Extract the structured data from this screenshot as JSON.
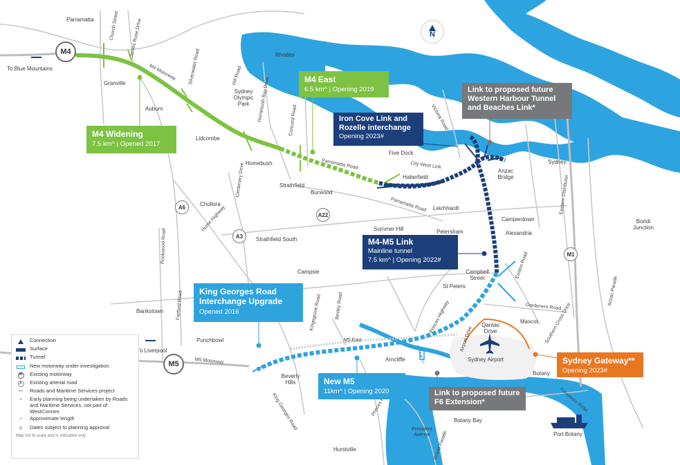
{
  "map": {
    "callouts": {
      "m4_widening": {
        "title": "M4 Widening",
        "subtitle": "7.5 km^  | Opened 2017"
      },
      "m4_east": {
        "title": "M4 East",
        "subtitle": "6.5 km^  | Opening 2019"
      },
      "iron_cove": {
        "title": "Iron Cove Link and Rozelle interchange",
        "subtitle": "Opening 2023#"
      },
      "western_harbour": {
        "title": "Link to proposed future Western Harbour Tunnel and Beaches Link*"
      },
      "m4_m5_link": {
        "title": "M4-M5 Link",
        "subtitle": "Mainline tunnel",
        "subtitle2": "7.5 km^  | Opening 2022#"
      },
      "king_georges": {
        "title": "King Georges Road Interchange Upgrade",
        "subtitle": "Opened 2016"
      },
      "new_m5": {
        "title": "New M5",
        "subtitle": "11km^  | Opening 2020"
      },
      "f6": {
        "title": "Link to proposed future F6 Extension*"
      },
      "sydney_gateway": {
        "title": "Sydney Gateway**",
        "subtitle": "Opening 2023#"
      }
    },
    "places": {
      "parramatta": "Parramatta",
      "granville": "Granville",
      "auburn": "Auburn",
      "rhodes": "Rhodes",
      "sydney_olympic_park": "Sydney Olympic Park",
      "lidcombe": "Lidcombe",
      "homebush": "Homebush",
      "strathfield": "Strathfield",
      "burwood": "Burwood",
      "five_dock": "Five Dock",
      "haberfield": "Haberfield",
      "leichhardt": "Leichhardt",
      "sydney": "Sydney",
      "anzac_bridge": "Anzac Bridge",
      "camperdown": "Camperdown",
      "bondi_junction": "Bondi Junction",
      "chullora": "Chullora",
      "summer_hill": "Summer Hill",
      "petersham": "Petersham",
      "alexandria": "Alexandria",
      "strathfield_south": "Strathfield South",
      "campsie": "Campsie",
      "campbell_street": "Campbell Street",
      "st_peters": "St Peters",
      "mascot": "Mascot",
      "bankstown": "Bankstown",
      "punchbowl": "Punchbowl",
      "qantas_drive": "Qantas Drive",
      "sydney_airport": "Sydney Airport",
      "arncliffe": "Arncliffe",
      "beverly_hills": "Beverly Hills",
      "botany": "Botany",
      "botany_bay": "Botany Bay",
      "port_botany": "Port Botany",
      "hurstville": "Hurstville",
      "to_blue_mountains": "To Blue Mountains",
      "to_liverpool": "To Liverpool"
    },
    "roads": {
      "church_street": "Church Street",
      "james_ruse_drive": "James Ruse Drive",
      "m4_motorway": "M4 Motorway",
      "silverwater_road": "Silverwater Road",
      "hill_road": "Hill Road",
      "homebush_bay_drive": "Homebush Bay Drive",
      "concord_road": "Concord Road",
      "parramatta_road": "Parramatta Road",
      "parramatta_road_2": "Parramatta Road",
      "victoria_road": "Victoria Road",
      "city_west_link": "City West Link",
      "centenary_drive": "Centenary Drive",
      "hume_highway": "Hume Highway",
      "rookwood_road": "Rookwood Road",
      "eastern_distributor": "Eastern Distributor",
      "euston_road": "Euston Road",
      "gardeners_road": "Gardeners Road",
      "princes_highway": "Princes Highway",
      "princes_highway_2": "Princes Highway",
      "kingsgrove_road": "Kingsgrove Road",
      "bexley_road": "Bexley Road",
      "m5_east": "M5 East",
      "m5_motorway": "M5 Motorway",
      "king_georges_road": "King Georges Road",
      "airport_drive": "Airport Drive",
      "southern_cross_drive": "Southern Cross Drive",
      "foreshore_road": "Foreshore Road",
      "anzac_parade": "Anzac Parade",
      "fairford_road": "Fairford Road",
      "president_avenue": "President Avenue",
      "grand_parade": "Grand Parade"
    },
    "badges": {
      "m4": "M4",
      "m5": "M5",
      "m1": "M1",
      "a6": "A6",
      "a3": "A3",
      "a22": "A22"
    },
    "north_label": "N"
  },
  "legend": {
    "items": [
      {
        "label": "Connection"
      },
      {
        "label": "Surface"
      },
      {
        "label": "Tunnel"
      },
      {
        "label": "New motorway under investigation"
      },
      {
        "label": "Existing motorway",
        "symbol_text": "M"
      },
      {
        "label": "Existing arterial road",
        "symbol_text": "A"
      },
      {
        "label": "Roads and Maritime Services project",
        "symbol_text": "**"
      },
      {
        "label": "Early planning being undertaken by Roads and Maritime Services, not part of WestConnex",
        "symbol_text": "*"
      },
      {
        "label": "Approximate length",
        "symbol_text": "^"
      },
      {
        "label": "Dates subject to planning approval",
        "symbol_text": "#"
      }
    ],
    "footnote": "Map not to scale and is indicative only"
  },
  "colors": {
    "land": "#ffffff",
    "water": "#2da4e0",
    "green": "#7dc242",
    "navy": "#1c3f7a",
    "sky": "#2ea3de",
    "grey": "#77787b",
    "orange": "#e87722"
  }
}
